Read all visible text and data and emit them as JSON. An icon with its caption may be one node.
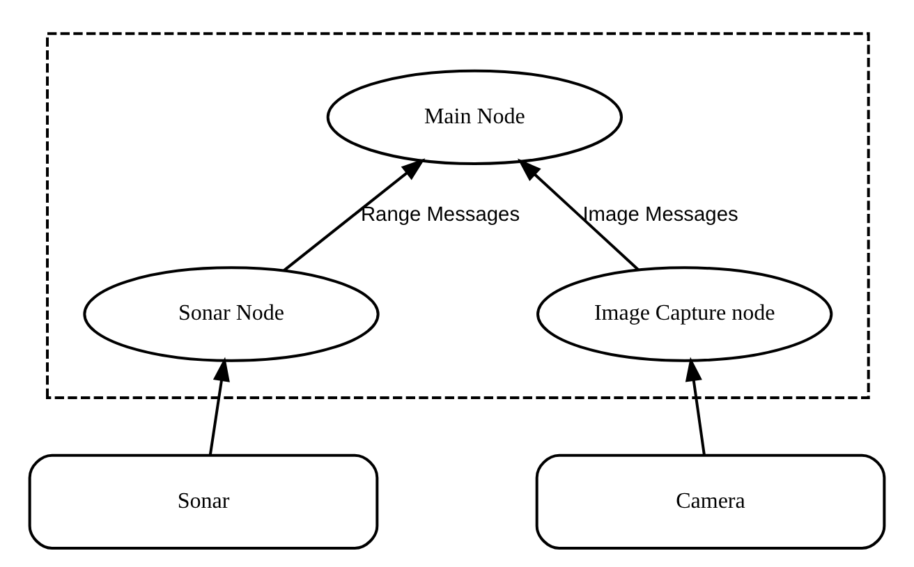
{
  "diagram": {
    "nodes": [
      {
        "text": [],
        "shape": "box"
      },
      {
        "text": [
          "Main Node"
        ],
        "in": 0
      },
      {
        "text": [
          "Sonar Node"
        ],
        "in": 0
      },
      {
        "text": [
          "Image Capture node"
        ],
        "in": 0
      },
      {
        "text": [
          "Sonar"
        ]
      },
      {
        "text": [
          "Camera"
        ]
      }
    ],
    "edges": [
      {
        "from": 2,
        "to": 1,
        "arrow": "to",
        "label": "Range Messages"
      },
      {
        "from": 3,
        "to": 1,
        "arrow": "to",
        "label": "Image Messages"
      },
      {
        "from": 4,
        "to": 2,
        "arrow": "to"
      },
      {
        "from": 5,
        "to": 3,
        "arrow": "to"
      }
    ]
  }
}
